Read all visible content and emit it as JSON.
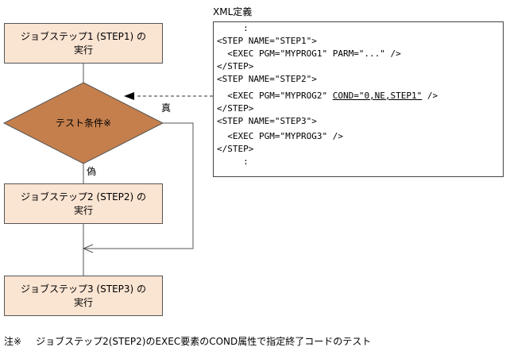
{
  "steps": [
    {
      "line1": "ジョブステップ1 (STEP1) の",
      "line2": "実行"
    },
    {
      "line1": "ジョブステップ2 (STEP2) の",
      "line2": "実行"
    },
    {
      "line1": "ジョブステップ3 (STEP3) の",
      "line2": "実行"
    }
  ],
  "condition": {
    "label": "テスト条件※",
    "true_label": "真",
    "false_label": "偽"
  },
  "xml": {
    "title": "XML定義",
    "lines": [
      "     :",
      "<STEP NAME=\"STEP1\">",
      "  <EXEC PGM=\"MYPROG1\" PARM=\"...\" />",
      "</STEP>",
      "<STEP NAME=\"STEP2\">",
      "  <EXEC PGM=\"MYPROG2\" ",
      "</STEP>",
      "<STEP NAME=\"STEP3\">",
      "  <EXEC PGM=\"MYPROG3\" />",
      "</STEP>",
      "     :"
    ],
    "cond_attr": "COND=\"0,NE,STEP1\"",
    "line6_tail": " />"
  },
  "note": {
    "marker": "注※",
    "text": "ジョブステップ2(STEP2)のEXEC要素のCOND属性で指定終了コードのテスト"
  },
  "colors": {
    "step_fill": "#fae4d2",
    "diamond_fill": "#c47f4d",
    "line": "#555555"
  }
}
